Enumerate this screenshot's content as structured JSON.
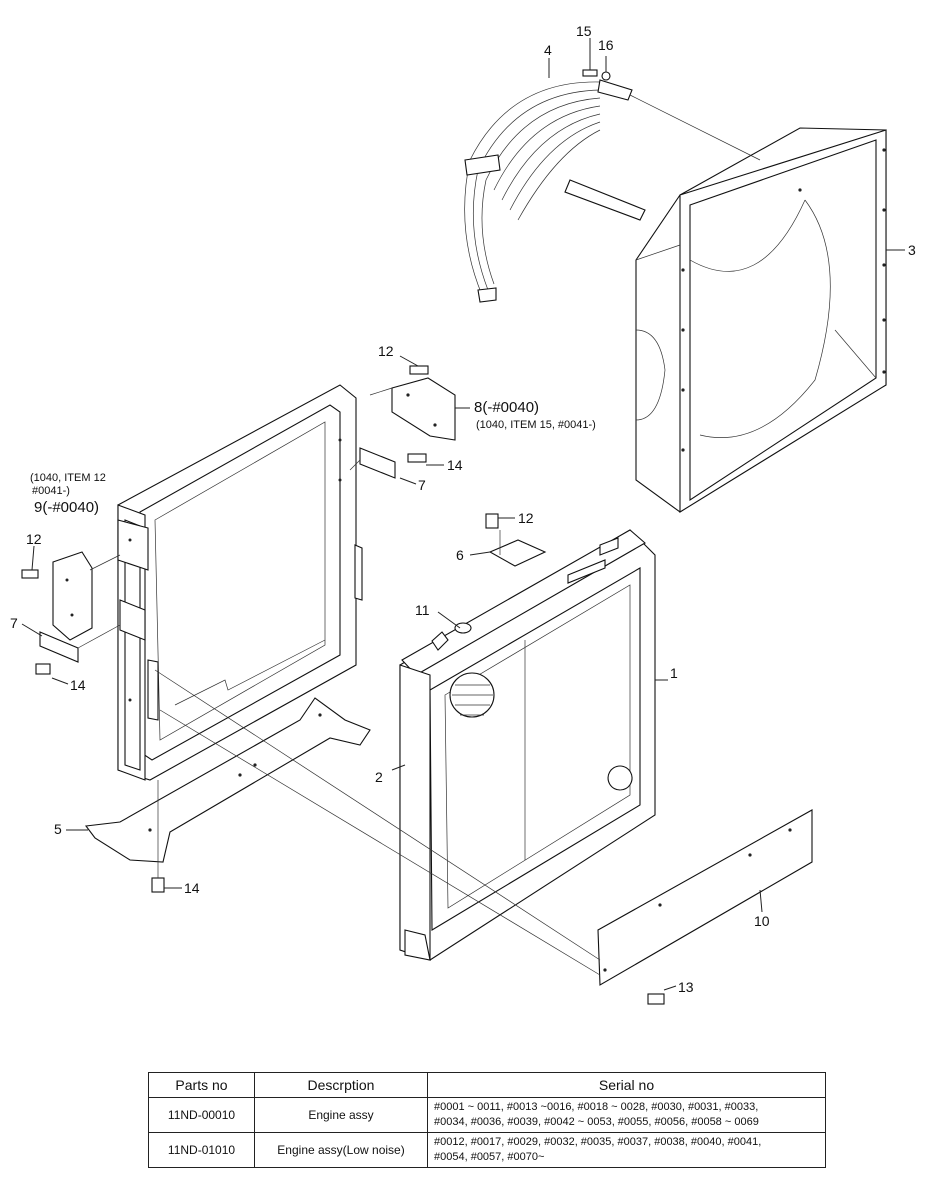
{
  "callouts": {
    "c1": "1",
    "c2": "2",
    "c3": "3",
    "c4": "4",
    "c5": "5",
    "c6": "6",
    "c7a": "7",
    "c7b": "7",
    "c8": "8(-#0040)",
    "c9": "9(-#0040)",
    "c10": "10",
    "c11": "11",
    "c12a": "12",
    "c12b": "12",
    "c12c": "12",
    "c13": "13",
    "c14a": "14",
    "c14b": "14",
    "c14c": "14",
    "c15": "15",
    "c16": "16"
  },
  "notes": {
    "note8": "(1040, ITEM 15, #0041-)",
    "note9_line1": "(1040, ITEM 12",
    "note9_line2": "#0041-)"
  },
  "table": {
    "headers": [
      "Parts no",
      "Descrption",
      "Serial no"
    ],
    "rows": [
      {
        "parts_no": "11ND-00010",
        "description": "Engine assy",
        "serial_line1": "#0001 ~ 0011, #0013 ~0016, #0018 ~ 0028, #0030, #0031, #0033,",
        "serial_line2": "#0034, #0036, #0039, #0042 ~ 0053, #0055, #0056, #0058 ~ 0069"
      },
      {
        "parts_no": "11ND-01010",
        "description": "Engine assy(Low noise)",
        "serial_line1": "#0012, #0017, #0029, #0032, #0035, #0037, #0038, #0040, #0041,",
        "serial_line2": "#0054, #0057, #0070~"
      }
    ]
  }
}
